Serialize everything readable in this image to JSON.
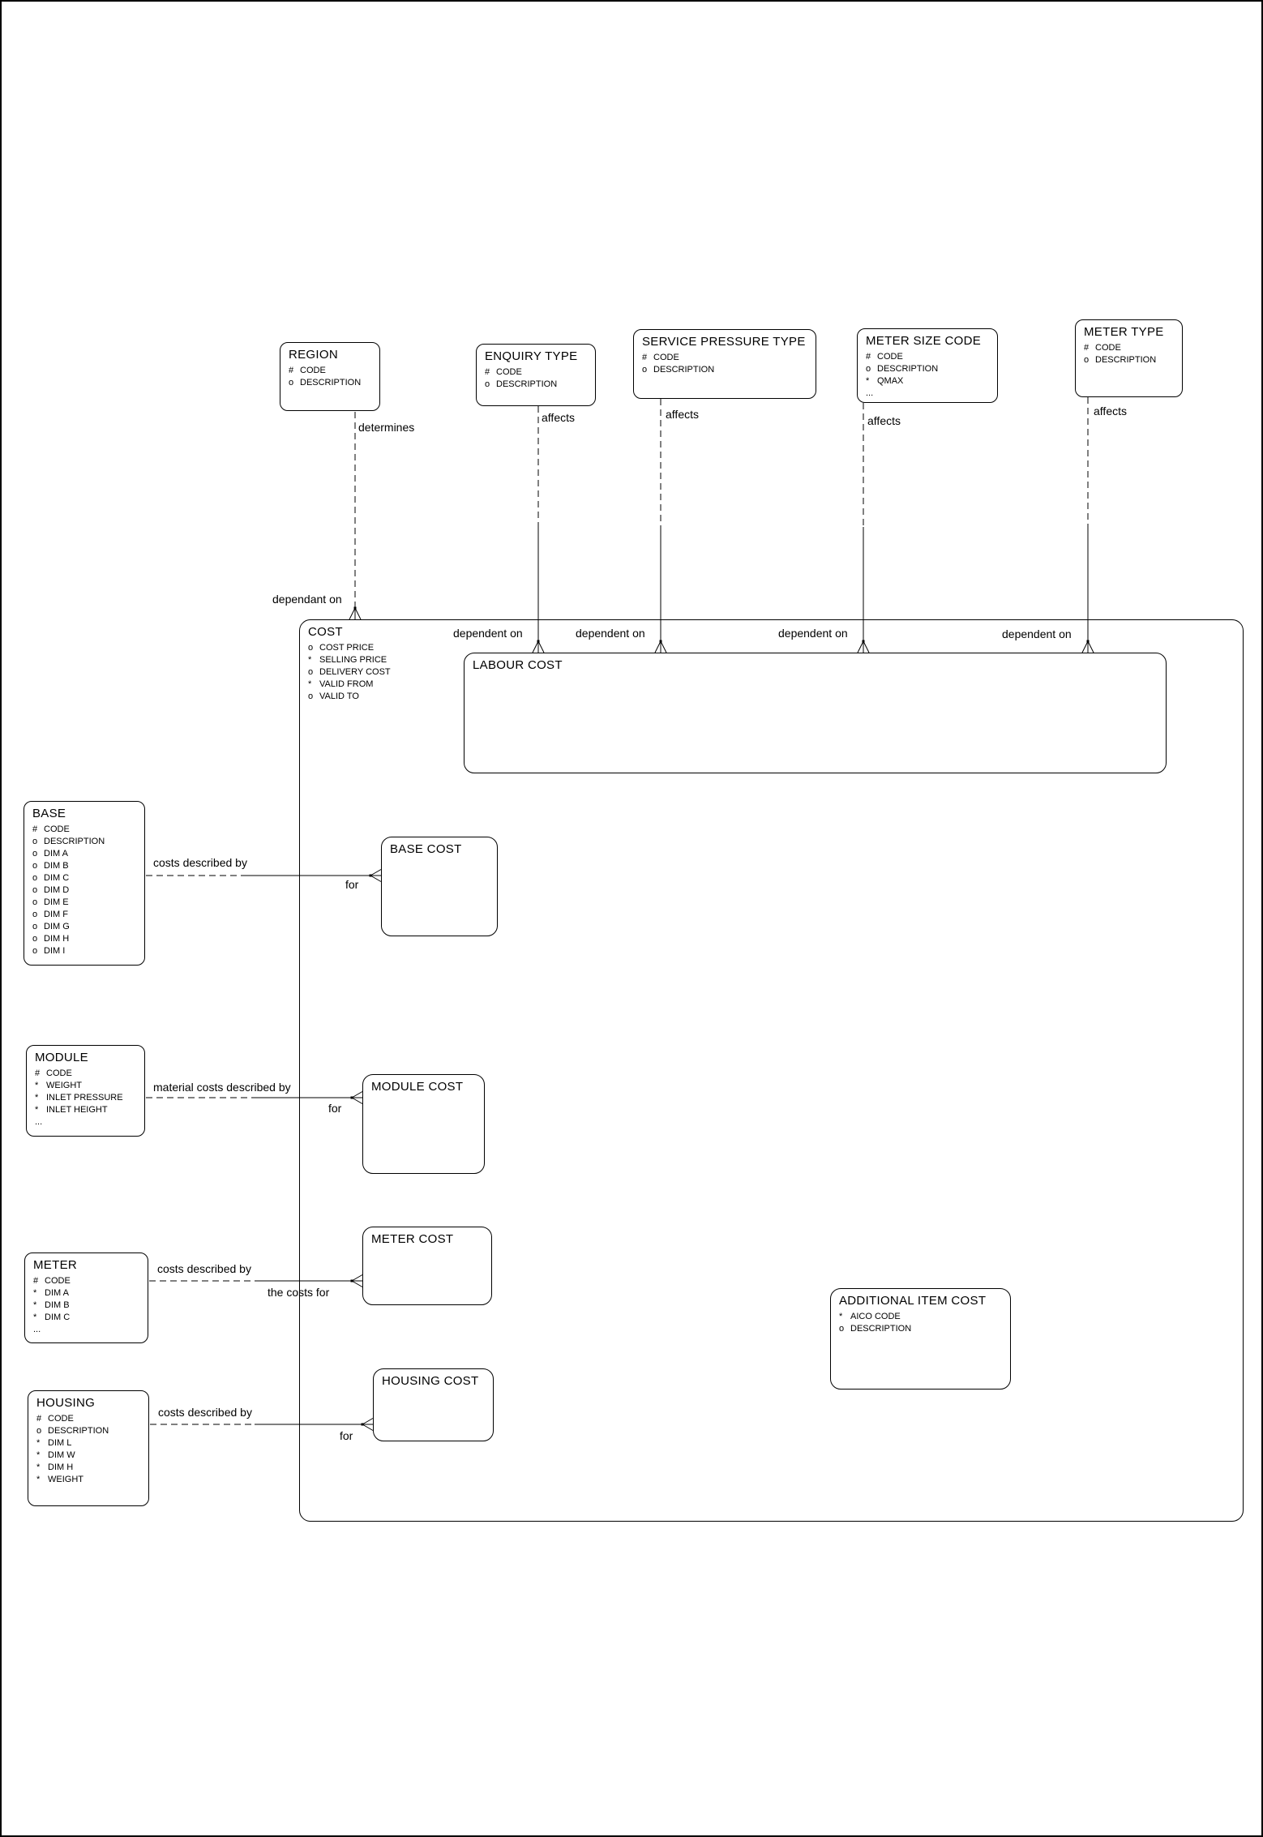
{
  "entities": {
    "region": {
      "title": "REGION",
      "attrs": [
        {
          "prefix": "#",
          "name": "CODE"
        },
        {
          "prefix": "o",
          "name": "DESCRIPTION"
        }
      ]
    },
    "enquiry_type": {
      "title": "ENQUIRY TYPE",
      "attrs": [
        {
          "prefix": "#",
          "name": "CODE"
        },
        {
          "prefix": "o",
          "name": "DESCRIPTION"
        }
      ]
    },
    "service_pressure_type": {
      "title": "SERVICE PRESSURE TYPE",
      "attrs": [
        {
          "prefix": "#",
          "name": "CODE"
        },
        {
          "prefix": "o",
          "name": "DESCRIPTION"
        }
      ]
    },
    "meter_size_code": {
      "title": "METER SIZE CODE",
      "attrs": [
        {
          "prefix": "#",
          "name": "CODE"
        },
        {
          "prefix": "o",
          "name": "DESCRIPTION"
        },
        {
          "prefix": "*",
          "name": "QMAX"
        },
        {
          "prefix": "...",
          "name": ""
        }
      ]
    },
    "meter_type": {
      "title": "METER TYPE",
      "attrs": [
        {
          "prefix": "#",
          "name": "CODE"
        },
        {
          "prefix": "o",
          "name": "DESCRIPTION"
        }
      ]
    },
    "cost": {
      "title": "COST",
      "attrs": [
        {
          "prefix": "o",
          "name": "COST PRICE"
        },
        {
          "prefix": "*",
          "name": "SELLING PRICE"
        },
        {
          "prefix": "o",
          "name": "DELIVERY COST"
        },
        {
          "prefix": "*",
          "name": "VALID FROM"
        },
        {
          "prefix": "o",
          "name": "VALID TO"
        }
      ]
    },
    "labour_cost": {
      "title": "LABOUR COST",
      "attrs": []
    },
    "base": {
      "title": "BASE",
      "attrs": [
        {
          "prefix": "#",
          "name": "CODE"
        },
        {
          "prefix": "o",
          "name": "DESCRIPTION"
        },
        {
          "prefix": "o",
          "name": "DIM A"
        },
        {
          "prefix": "o",
          "name": "DIM B"
        },
        {
          "prefix": "o",
          "name": "DIM C"
        },
        {
          "prefix": "o",
          "name": "DIM D"
        },
        {
          "prefix": "o",
          "name": "DIM E"
        },
        {
          "prefix": "o",
          "name": "DIM F"
        },
        {
          "prefix": "o",
          "name": "DIM G"
        },
        {
          "prefix": "o",
          "name": "DIM H"
        },
        {
          "prefix": "o",
          "name": "DIM I"
        }
      ]
    },
    "base_cost": {
      "title": "BASE COST",
      "attrs": []
    },
    "module": {
      "title": "MODULE",
      "attrs": [
        {
          "prefix": "#",
          "name": "CODE"
        },
        {
          "prefix": "*",
          "name": "WEIGHT"
        },
        {
          "prefix": "*",
          "name": "INLET PRESSURE"
        },
        {
          "prefix": "*",
          "name": "INLET HEIGHT"
        },
        {
          "prefix": "...",
          "name": ""
        }
      ]
    },
    "module_cost": {
      "title": "MODULE COST",
      "attrs": []
    },
    "meter": {
      "title": "METER",
      "attrs": [
        {
          "prefix": "#",
          "name": "CODE"
        },
        {
          "prefix": "*",
          "name": "DIM A"
        },
        {
          "prefix": "*",
          "name": "DIM B"
        },
        {
          "prefix": "*",
          "name": "DIM C"
        },
        {
          "prefix": "...",
          "name": ""
        }
      ]
    },
    "meter_cost": {
      "title": "METER COST",
      "attrs": []
    },
    "housing": {
      "title": "HOUSING",
      "attrs": [
        {
          "prefix": "#",
          "name": "CODE"
        },
        {
          "prefix": "o",
          "name": "DESCRIPTION"
        },
        {
          "prefix": "*",
          "name": "DIM L"
        },
        {
          "prefix": "*",
          "name": "DIM W"
        },
        {
          "prefix": "*",
          "name": "DIM H"
        },
        {
          "prefix": "*",
          "name": "WEIGHT"
        }
      ]
    },
    "housing_cost": {
      "title": "HOUSING COST",
      "attrs": []
    },
    "additional_item_cost": {
      "title": "ADDITIONAL ITEM COST",
      "attrs": [
        {
          "prefix": "*",
          "name": "AICO CODE"
        },
        {
          "prefix": "o",
          "name": "DESCRIPTION"
        }
      ]
    }
  },
  "labels": {
    "determines": "determines",
    "dependant_on": "dependant on",
    "affects": "affects",
    "dependent_on": "dependent on",
    "costs_described_by": "costs described by",
    "material_costs_described_by": "material costs described by",
    "the_costs_for": "the costs for",
    "for": "for"
  },
  "colors": {
    "line": "#000000",
    "background": "#ffffff"
  }
}
